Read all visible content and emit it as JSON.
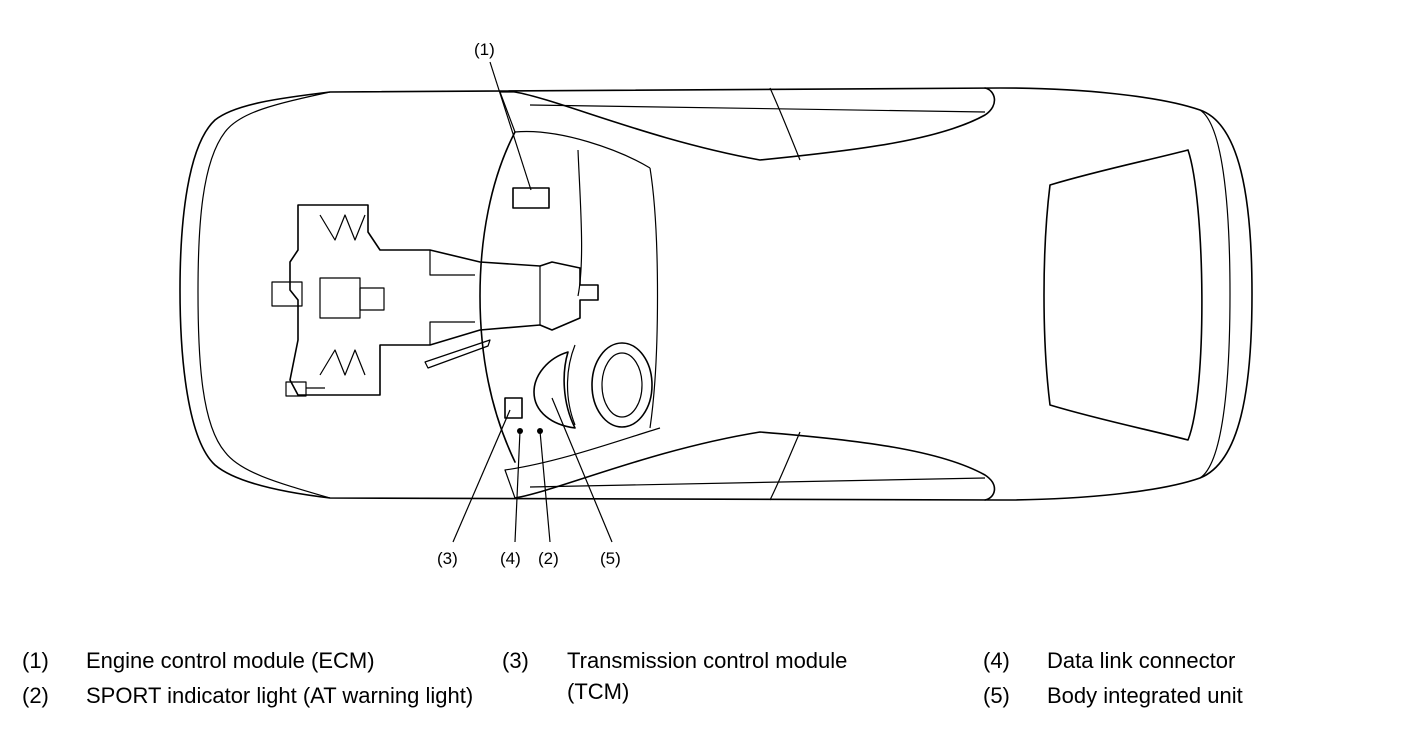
{
  "callouts": {
    "c1": "(1)",
    "c3": "(3)",
    "c4": "(4)",
    "c2": "(2)",
    "c5": "(5)"
  },
  "legend": [
    {
      "num": "(1)",
      "text": "Engine control module (ECM)"
    },
    {
      "num": "(2)",
      "text": "SPORT indicator light (AT warning light)"
    },
    {
      "num": "(3)",
      "text": "Transmission control module (TCM)"
    },
    {
      "num": "(4)",
      "text": "Data link connector"
    },
    {
      "num": "(5)",
      "text": "Body integrated unit"
    }
  ]
}
